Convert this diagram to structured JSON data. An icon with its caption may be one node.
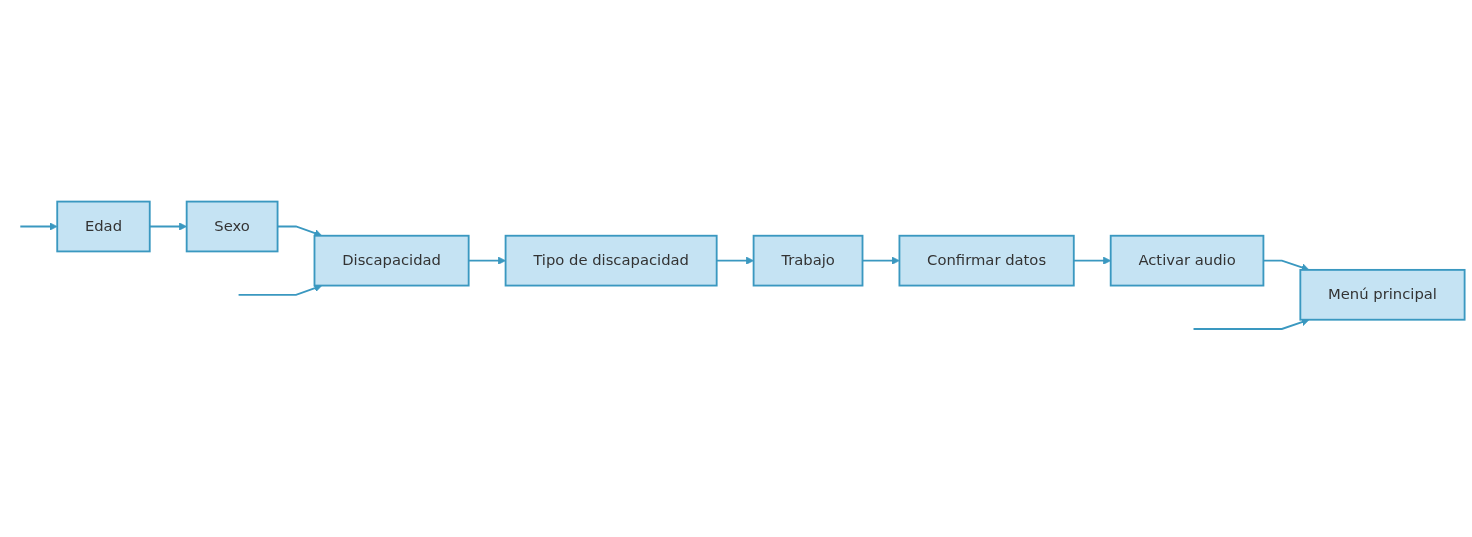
{
  "diagram": {
    "nodes": [
      {
        "text": [
          "Edad"
        ]
      },
      {
        "text": [
          "Sexo"
        ]
      },
      {
        "text": [
          "Discapacidad"
        ]
      },
      {
        "text": [
          "Tipo de discapacidad"
        ]
      },
      {
        "text": [
          "Trabajo"
        ]
      },
      {
        "text": [
          "Confirmar datos"
        ]
      },
      {
        "text": [
          "Activar audio"
        ]
      },
      {
        "text": [
          "Menú principal"
        ]
      }
    ],
    "edges": [
      {
        "from": null,
        "to": 0,
        "arrow": "to"
      },
      {
        "from": 0,
        "to": 1,
        "arrow": "to"
      },
      {
        "from": 1,
        "to": 2,
        "arrow": "to"
      },
      {
        "from": null,
        "to": 2,
        "arrow": "to"
      },
      {
        "from": 2,
        "to": 3,
        "arrow": "to"
      },
      {
        "from": 3,
        "to": 4,
        "arrow": "to"
      },
      {
        "from": 4,
        "to": 5,
        "arrow": "to"
      },
      {
        "from": 5,
        "to": 6,
        "arrow": "to"
      },
      {
        "from": 6,
        "to": 7,
        "arrow": "to"
      },
      {
        "from": null,
        "to": 7,
        "arrow": "to"
      }
    ]
  }
}
